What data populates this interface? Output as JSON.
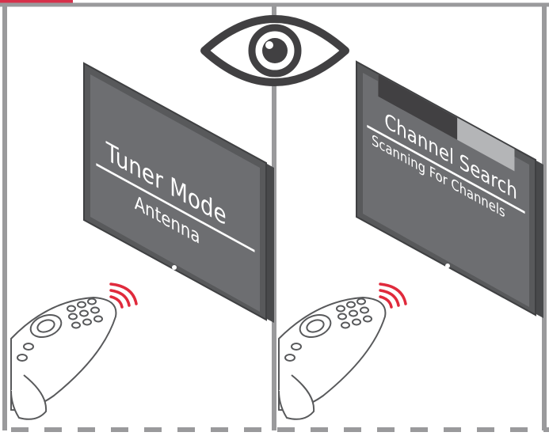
{
  "colors": {
    "frame": "#9a9a9c",
    "tv_body": "#58595b",
    "tv_screen": "#6d6e71",
    "accent": "#d6304a",
    "progress_done": "#414042",
    "progress_remaining": "#b4b5b7",
    "remote_outline": "#58595b",
    "signal": "#e02a3c"
  },
  "icons": {
    "eye": "eye-icon",
    "remote": "remote-control-icon",
    "signal": "signal-waves-icon"
  },
  "left_panel": {
    "title": "Tuner Mode",
    "subtitle": "Antenna"
  },
  "right_panel": {
    "title": "Channel Search",
    "subtitle": "Scanning For Channels",
    "progress": 0.58
  }
}
